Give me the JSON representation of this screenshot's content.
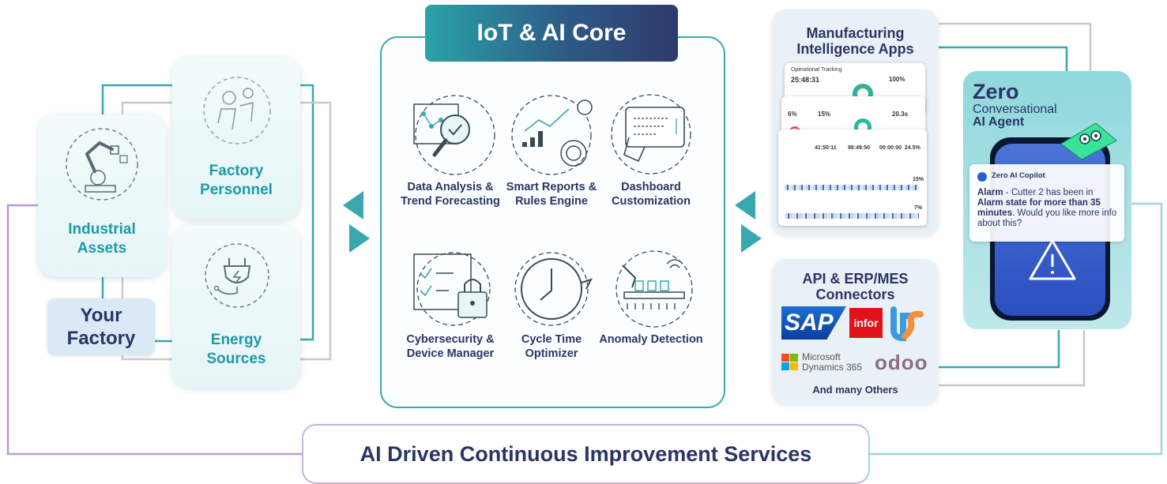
{
  "core": {
    "title": "IoT & AI Core",
    "modules": [
      {
        "label": "Data Analysis & Trend Forecasting",
        "icon": "data-analysis-icon"
      },
      {
        "label": "Smart Reports & Rules Engine",
        "icon": "reports-icon"
      },
      {
        "label": "Dashboard Customization",
        "icon": "dashboard-icon"
      },
      {
        "label": "Cybersecurity & Device Manager",
        "icon": "cybersecurity-icon"
      },
      {
        "label": "Cycle Time Optimizer",
        "icon": "clock-icon"
      },
      {
        "label": "Anomaly Detection",
        "icon": "anomaly-icon"
      }
    ]
  },
  "factory": {
    "title_line1": "Your",
    "title_line2": "Factory",
    "cards": [
      {
        "label_line1": "Industrial",
        "label_line2": "Assets",
        "icon": "robot-arm-icon"
      },
      {
        "label_line1": "Factory",
        "label_line2": "Personnel",
        "icon": "person-icon"
      },
      {
        "label_line1": "Energy",
        "label_line2": "Sources",
        "icon": "plug-icon"
      }
    ]
  },
  "apps": {
    "title_line1": "Manufacturing",
    "title_line2": "Intelligence Apps",
    "screens": {
      "s1_title": "Operational Tracking",
      "s1_value": "25:48:31",
      "s2_value1": "6%",
      "s2_value2": "15%",
      "s2_value3": "20.3s",
      "s3_value1": "41:50:11",
      "s3_value2": "98:49:50",
      "s3_value3": "00:00:00",
      "s3_value4": "24.5%",
      "pct1": "15%",
      "pct2": "7%",
      "row_value": "100%"
    }
  },
  "connectors": {
    "title_line1": "API & ERP/MES",
    "title_line2": "Connectors",
    "logos": [
      "SAP",
      "infor",
      "Microsoft",
      "Dynamics 365",
      "odoo"
    ],
    "footer": "And many Others"
  },
  "agent": {
    "title_line1": "Zero",
    "title_line2": "Conversational",
    "title_line3": "AI Agent",
    "chat_header": "Zero AI Copilot",
    "msg_bold1": "Alarm",
    "msg_text1": " - Cutter 2 has been in ",
    "msg_bold2": "Alarm state for more than 35 minutes",
    "msg_text2": ". Would you like more info about this?"
  },
  "footer": {
    "label": "AI Driven Continuous Improvement Services"
  },
  "colors": {
    "teal": "#1c9aa6",
    "navy": "#2a3566",
    "lavender": "#b79bd0",
    "light_teal": "#9ed6d8"
  }
}
